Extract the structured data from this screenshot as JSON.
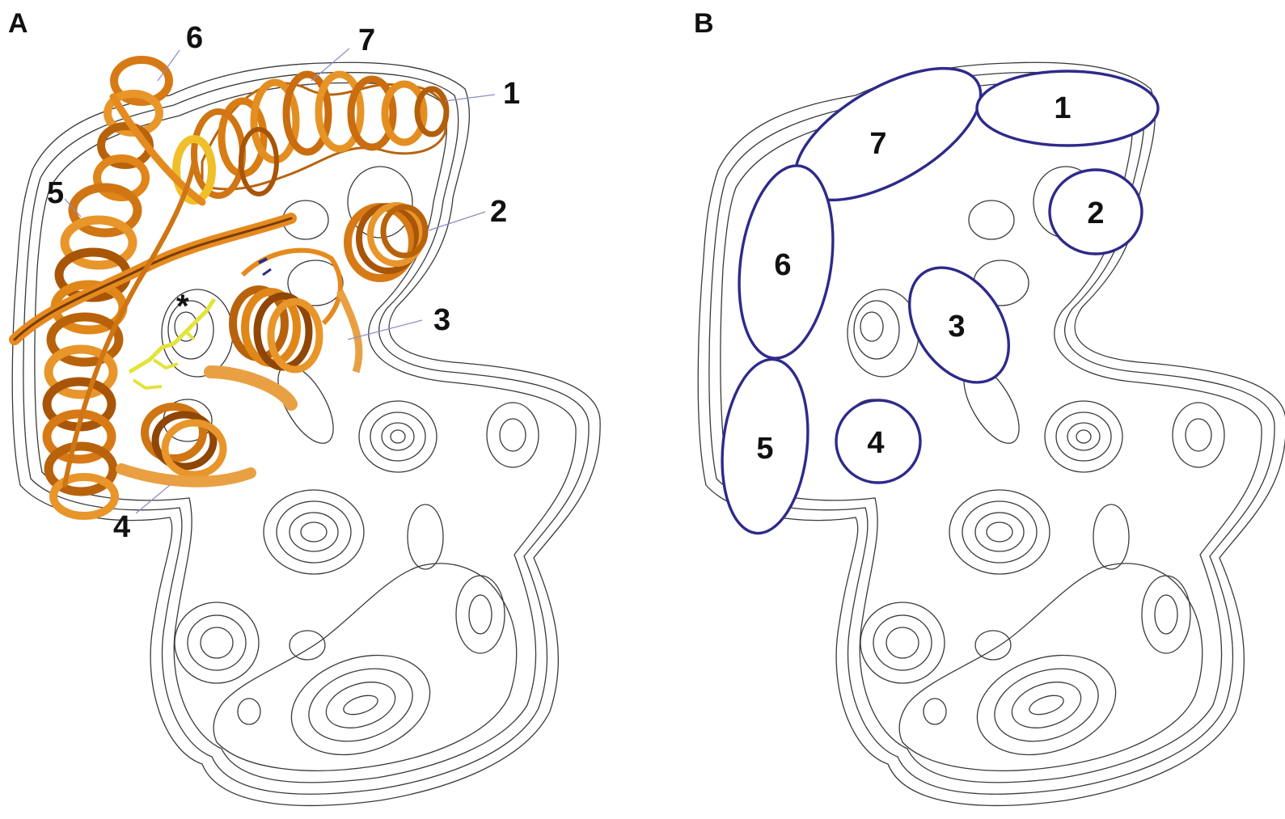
{
  "figure": {
    "panel_a": {
      "letter": "A",
      "helix_labels": [
        "1",
        "2",
        "3",
        "4",
        "5",
        "6",
        "7"
      ],
      "ligand_marker": "*",
      "colors": {
        "ribbon": "#e0891c",
        "ribbon_dark": "#7a3c06",
        "ligand": "#e3e33a",
        "leader": "#8c8cc8"
      }
    },
    "panel_b": {
      "letter": "B",
      "region_labels": [
        "1",
        "2",
        "3",
        "4",
        "5",
        "6",
        "7"
      ],
      "colors": {
        "outline": "#2e2a8a"
      }
    },
    "contour_color": "#3a3a3a"
  }
}
